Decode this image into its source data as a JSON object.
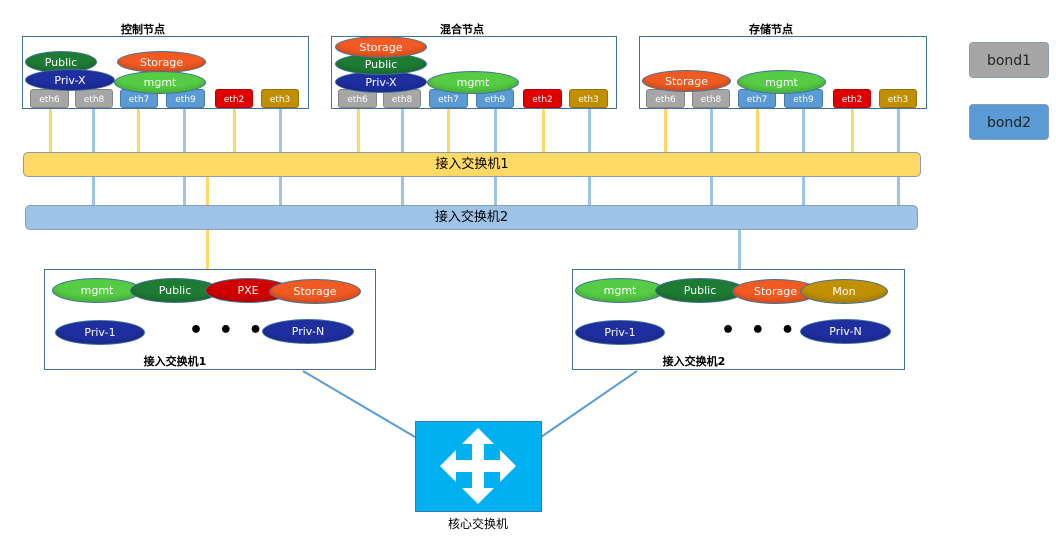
{
  "nodes": [
    {
      "title": "控制节点",
      "clouds": [
        "Public",
        "Priv-X",
        "Storage",
        "mgmt"
      ]
    },
    {
      "title": "混合节点",
      "clouds": [
        "Storage",
        "Public",
        "Priv-X",
        "mgmt"
      ]
    },
    {
      "title": "存储节点",
      "clouds": [
        "Storage",
        "mgmt"
      ]
    }
  ],
  "ports": [
    "eth6",
    "eth8",
    "eth7",
    "eth9",
    "eth2",
    "eth3"
  ],
  "switch_bars": {
    "bar1": "接入交换机1",
    "bar2": "接入交换机2"
  },
  "access_switches": [
    {
      "label": "接入交换机1",
      "clouds": [
        "mgmt",
        "Public",
        "PXE",
        "Storage"
      ],
      "priv_first": "Priv-1",
      "priv_last": "Priv-N",
      "ellipsis": "• • •"
    },
    {
      "label": "接入交换机2",
      "clouds": [
        "mgmt",
        "Public",
        "Storage",
        "Mon"
      ],
      "priv_first": "Priv-1",
      "priv_last": "Priv-N",
      "ellipsis": "• • •"
    }
  ],
  "core_switch": {
    "label": "核心交换机",
    "color": "#00B0F0"
  },
  "legend": [
    {
      "label": "bond1",
      "color": "#A6A6A6"
    },
    {
      "label": "bond2",
      "color": "#5B9BD5"
    }
  ],
  "colors": {
    "switch1": "#FFD966",
    "switch2": "#9DC3E6"
  }
}
